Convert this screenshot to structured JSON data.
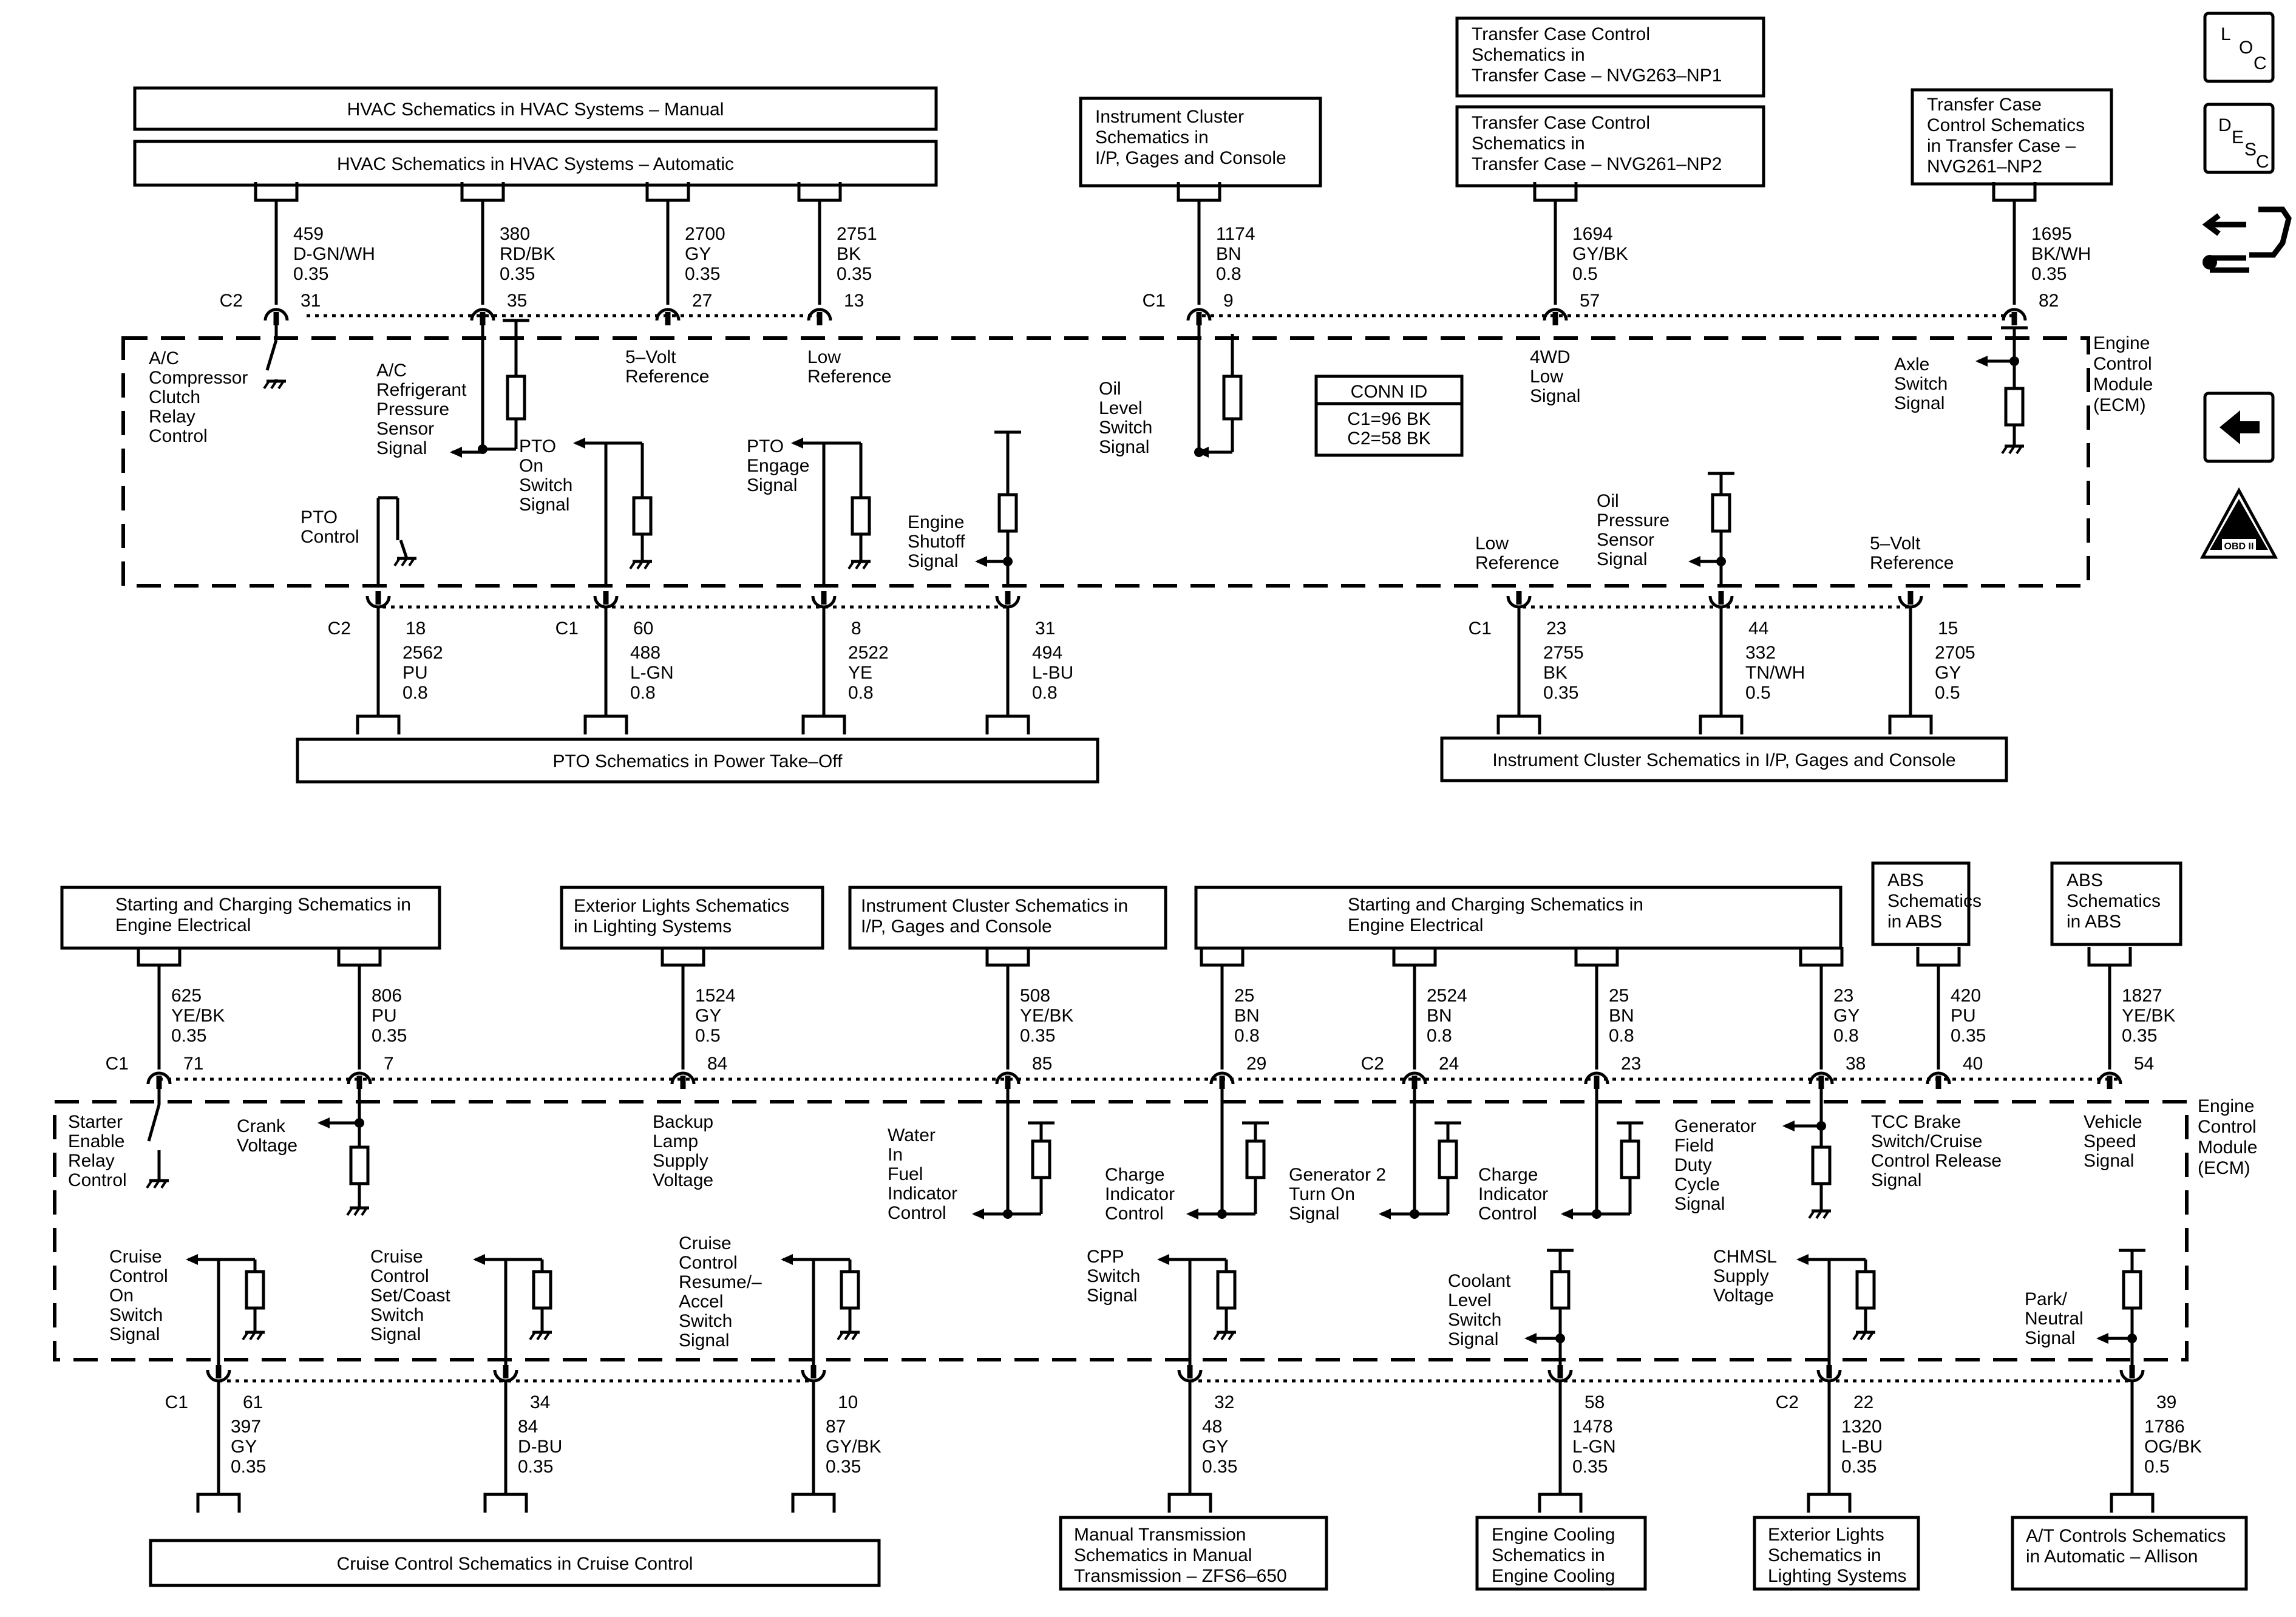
{
  "ecm_label": [
    "Engine",
    "Control",
    "Module",
    "(ECM)"
  ],
  "conn_id": {
    "title": "CONN ID",
    "lines": [
      "C1=96 BK",
      "C2=58 BK"
    ]
  },
  "nav_icons": [
    {
      "name": "loc-button",
      "letters": [
        "L",
        "O",
        "C"
      ]
    },
    {
      "name": "desc-button",
      "letters": [
        "D",
        "E",
        "S",
        "C"
      ]
    },
    {
      "name": "connector-icon"
    },
    {
      "name": "back-arrow-button"
    },
    {
      "name": "obd-ii-icon",
      "label": "OBD II",
      "numeral": "II"
    }
  ],
  "top": {
    "reference_boxes": [
      {
        "id": "hvac-manual",
        "lines": [
          "HVAC Schematics in HVAC Systems – Manual"
        ]
      },
      {
        "id": "hvac-automatic",
        "lines": [
          "HVAC Schematics in HVAC Systems – Automatic"
        ]
      },
      {
        "id": "instrument-cluster-top",
        "lines": [
          "Instrument Cluster",
          "Schematics in",
          "I/P, Gages and Console"
        ]
      },
      {
        "id": "transfer-case-nvg263",
        "lines": [
          "Transfer Case Control",
          "Schematics in",
          "Transfer Case – NVG263–NP1"
        ]
      },
      {
        "id": "transfer-case-nvg261",
        "lines": [
          "Transfer Case Control",
          "Schematics in",
          "Transfer Case – NVG261–NP2"
        ]
      },
      {
        "id": "transfer-case-right",
        "lines": [
          "Transfer Case",
          "Control Schematics",
          "in Transfer Case –",
          "NVG261–NP2"
        ]
      },
      {
        "id": "pto",
        "lines": [
          "PTO Schematics in Power Take–Off"
        ]
      },
      {
        "id": "instrument-cluster-bottom",
        "lines": [
          "Instrument Cluster Schematics in I/P, Gages and Console"
        ]
      }
    ],
    "upper_wires": [
      {
        "circuit": "459",
        "color": "D-GN/WH",
        "gauge": "0.35",
        "connector": "C2",
        "pin": "31"
      },
      {
        "circuit": "380",
        "color": "RD/BK",
        "gauge": "0.35",
        "pin": "35"
      },
      {
        "circuit": "2700",
        "color": "GY",
        "gauge": "0.35",
        "pin": "27"
      },
      {
        "circuit": "2751",
        "color": "BK",
        "gauge": "0.35",
        "pin": "13"
      },
      {
        "circuit": "1174",
        "color": "BN",
        "gauge": "0.8",
        "connector": "C1",
        "pin": "9"
      },
      {
        "circuit": "1694",
        "color": "GY/BK",
        "gauge": "0.5",
        "pin": "57"
      },
      {
        "circuit": "1695",
        "color": "BK/WH",
        "gauge": "0.35",
        "pin": "82"
      }
    ],
    "lower_wires": [
      {
        "circuit": "2562",
        "color": "PU",
        "gauge": "0.8",
        "connector": "C2",
        "pin": "18"
      },
      {
        "circuit": "488",
        "color": "L-GN",
        "gauge": "0.8",
        "connector": "C1",
        "pin": "60"
      },
      {
        "circuit": "2522",
        "color": "YE",
        "gauge": "0.8",
        "pin": "8"
      },
      {
        "circuit": "494",
        "color": "L-BU",
        "gauge": "0.8",
        "pin": "31"
      },
      {
        "circuit": "2755",
        "color": "BK",
        "gauge": "0.35",
        "connector": "C1",
        "pin": "23"
      },
      {
        "circuit": "332",
        "color": "TN/WH",
        "gauge": "0.5",
        "pin": "44"
      },
      {
        "circuit": "2705",
        "color": "GY",
        "gauge": "0.5",
        "pin": "15"
      }
    ],
    "signals": [
      {
        "id": "ac-compressor",
        "lines": [
          "A/C",
          "Compressor",
          "Clutch",
          "Relay",
          "Control"
        ]
      },
      {
        "id": "ac-refrigerant",
        "lines": [
          "A/C",
          "Refrigerant",
          "Pressure",
          "Sensor",
          "Signal"
        ]
      },
      {
        "id": "five-volt-ref-top",
        "lines": [
          "5–Volt",
          "Reference"
        ]
      },
      {
        "id": "low-ref-top",
        "lines": [
          "Low",
          "Reference"
        ]
      },
      {
        "id": "oil-level",
        "lines": [
          "Oil",
          "Level",
          "Switch",
          "Signal"
        ]
      },
      {
        "id": "4wd-low",
        "lines": [
          "4WD",
          "Low",
          "Signal"
        ]
      },
      {
        "id": "axle-switch",
        "lines": [
          "Axle",
          "Switch",
          "Signal"
        ]
      },
      {
        "id": "pto-control",
        "lines": [
          "PTO",
          "Control"
        ]
      },
      {
        "id": "pto-on-switch",
        "lines": [
          "PTO",
          "On",
          "Switch",
          "Signal"
        ]
      },
      {
        "id": "pto-engage",
        "lines": [
          "PTO",
          "Engage",
          "Signal"
        ]
      },
      {
        "id": "engine-shutoff",
        "lines": [
          "Engine",
          "Shutoff",
          "Signal"
        ]
      },
      {
        "id": "low-ref-bottom",
        "lines": [
          "Low",
          "Reference"
        ]
      },
      {
        "id": "oil-pressure",
        "lines": [
          "Oil",
          "Pressure",
          "Sensor",
          "Signal"
        ]
      },
      {
        "id": "five-volt-ref-bottom",
        "lines": [
          "5–Volt",
          "Reference"
        ]
      }
    ]
  },
  "bottom": {
    "reference_boxes": [
      {
        "id": "starting-charging-left",
        "lines": [
          "Starting and Charging Schematics in",
          "Engine Electrical"
        ]
      },
      {
        "id": "exterior-lights-top",
        "lines": [
          "Exterior Lights Schematics",
          "in Lighting Systems"
        ]
      },
      {
        "id": "instrument-cluster-mid",
        "lines": [
          "Instrument Cluster Schematics in",
          "I/P, Gages and Console"
        ]
      },
      {
        "id": "starting-charging-right",
        "lines": [
          "Starting and Charging Schematics in",
          "Engine Electrical"
        ]
      },
      {
        "id": "abs-1",
        "lines": [
          "ABS",
          "Schematics",
          "in ABS"
        ]
      },
      {
        "id": "abs-2",
        "lines": [
          "ABS",
          "Schematics",
          "in ABS"
        ]
      },
      {
        "id": "cruise-control",
        "lines": [
          "Cruise Control Schematics in Cruise Control"
        ]
      },
      {
        "id": "manual-transmission",
        "lines": [
          "Manual Transmission",
          "Schematics in Manual",
          "Transmission – ZFS6–650"
        ]
      },
      {
        "id": "engine-cooling",
        "lines": [
          "Engine Cooling",
          "Schematics in",
          "Engine Cooling"
        ]
      },
      {
        "id": "exterior-lights-bottom",
        "lines": [
          "Exterior Lights",
          "Schematics in",
          "Lighting Systems"
        ]
      },
      {
        "id": "at-controls",
        "lines": [
          "A/T Controls Schematics",
          "in Automatic – Allison"
        ]
      }
    ],
    "upper_wires": [
      {
        "circuit": "625",
        "color": "YE/BK",
        "gauge": "0.35",
        "connector": "C1",
        "pin": "71"
      },
      {
        "circuit": "806",
        "color": "PU",
        "gauge": "0.35",
        "pin": "7"
      },
      {
        "circuit": "1524",
        "color": "GY",
        "gauge": "0.5",
        "pin": "84"
      },
      {
        "circuit": "508",
        "color": "YE/BK",
        "gauge": "0.35",
        "pin": "85"
      },
      {
        "circuit": "25",
        "color": "BN",
        "gauge": "0.8",
        "pin": "29"
      },
      {
        "circuit": "2524",
        "color": "BN",
        "gauge": "0.8",
        "connector": "C2",
        "pin": "24"
      },
      {
        "circuit": "25",
        "color": "BN",
        "gauge": "0.8",
        "pin": "23"
      },
      {
        "circuit": "23",
        "color": "GY",
        "gauge": "0.8",
        "pin": "38"
      },
      {
        "circuit": "420",
        "color": "PU",
        "gauge": "0.35",
        "pin": "40"
      },
      {
        "circuit": "1827",
        "color": "YE/BK",
        "gauge": "0.35",
        "pin": "54"
      }
    ],
    "lower_wires": [
      {
        "circuit": "397",
        "color": "GY",
        "gauge": "0.35",
        "connector": "C1",
        "pin": "61"
      },
      {
        "circuit": "84",
        "color": "D-BU",
        "gauge": "0.35",
        "pin": "34"
      },
      {
        "circuit": "87",
        "color": "GY/BK",
        "gauge": "0.35",
        "pin": "10"
      },
      {
        "circuit": "48",
        "color": "GY",
        "gauge": "0.35",
        "pin": "32"
      },
      {
        "circuit": "1478",
        "color": "L-GN",
        "gauge": "0.35",
        "pin": "58"
      },
      {
        "circuit": "1320",
        "color": "L-BU",
        "gauge": "0.35",
        "connector": "C2",
        "pin": "22"
      },
      {
        "circuit": "1786",
        "color": "OG/BK",
        "gauge": "0.5",
        "pin": "39"
      }
    ],
    "signals": [
      {
        "id": "starter-enable",
        "lines": [
          "Starter",
          "Enable",
          "Relay",
          "Control"
        ]
      },
      {
        "id": "crank-voltage",
        "lines": [
          "Crank",
          "Voltage"
        ]
      },
      {
        "id": "backup-lamp",
        "lines": [
          "Backup",
          "Lamp",
          "Supply",
          "Voltage"
        ]
      },
      {
        "id": "water-in-fuel",
        "lines": [
          "Water",
          "In",
          "Fuel",
          "Indicator",
          "Control"
        ]
      },
      {
        "id": "charge-indicator-1",
        "lines": [
          "Charge",
          "Indicator",
          "Control"
        ]
      },
      {
        "id": "generator-2",
        "lines": [
          "Generator 2",
          "Turn On",
          "Signal"
        ]
      },
      {
        "id": "charge-indicator-2",
        "lines": [
          "Charge",
          "Indicator",
          "Control"
        ]
      },
      {
        "id": "generator-field",
        "lines": [
          "Generator",
          "Field",
          "Duty",
          "Cycle",
          "Signal"
        ]
      },
      {
        "id": "tcc-brake",
        "lines": [
          "TCC Brake",
          "Switch/Cruise",
          "Control Release",
          "Signal"
        ]
      },
      {
        "id": "vehicle-speed",
        "lines": [
          "Vehicle",
          "Speed",
          "Signal"
        ]
      },
      {
        "id": "cruise-on",
        "lines": [
          "Cruise",
          "Control",
          "On",
          "Switch",
          "Signal"
        ]
      },
      {
        "id": "cruise-set",
        "lines": [
          "Cruise",
          "Control",
          "Set/Coast",
          "Switch",
          "Signal"
        ]
      },
      {
        "id": "cruise-resume",
        "lines": [
          "Cruise",
          "Control",
          "Resume/–",
          "Accel",
          "Switch",
          "Signal"
        ]
      },
      {
        "id": "cpp-switch",
        "lines": [
          "CPP",
          "Switch",
          "Signal"
        ]
      },
      {
        "id": "coolant-level",
        "lines": [
          "Coolant",
          "Level",
          "Switch",
          "Signal"
        ]
      },
      {
        "id": "chmsl-supply",
        "lines": [
          "CHMSL",
          "Supply",
          "Voltage"
        ]
      },
      {
        "id": "park-neutral",
        "lines": [
          "Park/",
          "Neutral",
          "Signal"
        ]
      }
    ]
  }
}
